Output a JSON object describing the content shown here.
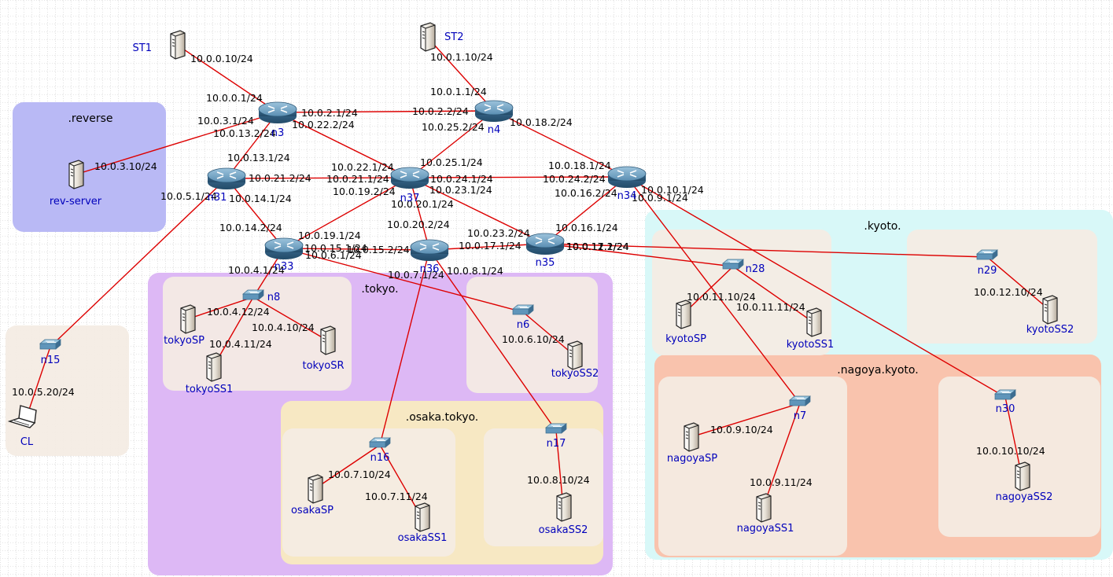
{
  "zones": [
    {
      "id": "reverse",
      "label": ".reverse"
    },
    {
      "id": "tokyo",
      "label": ".tokyo."
    },
    {
      "id": "osaka",
      "label": ".osaka.tokyo."
    },
    {
      "id": "kyoto",
      "label": ".kyoto."
    },
    {
      "id": "nagoya",
      "label": ".nagoya.kyoto."
    }
  ],
  "nodes": [
    {
      "id": "ST1",
      "label": "ST1",
      "icon": "server-icon"
    },
    {
      "id": "ST2",
      "label": "ST2",
      "icon": "server-icon"
    },
    {
      "id": "n3",
      "label": "n3",
      "icon": "router-icon"
    },
    {
      "id": "n4",
      "label": "n4",
      "icon": "router-icon"
    },
    {
      "id": "n31",
      "label": "n31",
      "icon": "router-icon"
    },
    {
      "id": "n37",
      "label": "n37",
      "icon": "router-icon"
    },
    {
      "id": "n34",
      "label": "n34",
      "icon": "router-icon"
    },
    {
      "id": "n33",
      "label": "n33",
      "icon": "router-icon"
    },
    {
      "id": "n36",
      "label": "n36",
      "icon": "router-icon"
    },
    {
      "id": "n35",
      "label": "n35",
      "icon": "router-icon"
    },
    {
      "id": "rev",
      "label": "rev-server",
      "icon": "server-icon"
    },
    {
      "id": "n8",
      "label": "n8",
      "icon": "switch-icon"
    },
    {
      "id": "n6",
      "label": "n6",
      "icon": "switch-icon"
    },
    {
      "id": "n15",
      "label": "n15",
      "icon": "switch-icon"
    },
    {
      "id": "n16",
      "label": "n16",
      "icon": "switch-icon"
    },
    {
      "id": "n17",
      "label": "n17",
      "icon": "switch-icon"
    },
    {
      "id": "n28",
      "label": "n28",
      "icon": "switch-icon"
    },
    {
      "id": "n29",
      "label": "n29",
      "icon": "switch-icon"
    },
    {
      "id": "n7",
      "label": "n7",
      "icon": "switch-icon"
    },
    {
      "id": "n30",
      "label": "n30",
      "icon": "switch-icon"
    },
    {
      "id": "tokyoSP",
      "label": "tokyoSP",
      "icon": "server-icon"
    },
    {
      "id": "tokyoSR",
      "label": "tokyoSR",
      "icon": "server-icon"
    },
    {
      "id": "tokyoSS1",
      "label": "tokyoSS1",
      "icon": "server-icon"
    },
    {
      "id": "tokyoSS2",
      "label": "tokyoSS2",
      "icon": "server-icon"
    },
    {
      "id": "CL",
      "label": "CL",
      "icon": "laptop-icon"
    },
    {
      "id": "osakaSP",
      "label": "osakaSP",
      "icon": "server-icon"
    },
    {
      "id": "osakaSS1",
      "label": "osakaSS1",
      "icon": "server-icon"
    },
    {
      "id": "osakaSS2",
      "label": "osakaSS2",
      "icon": "server-icon"
    },
    {
      "id": "kyotoSP",
      "label": "kyotoSP",
      "icon": "server-icon"
    },
    {
      "id": "kyotoSS1",
      "label": "kyotoSS1",
      "icon": "server-icon"
    },
    {
      "id": "kyotoSS2",
      "label": "kyotoSS2",
      "icon": "server-icon"
    },
    {
      "id": "nagoyaSP",
      "label": "nagoyaSP",
      "icon": "server-icon"
    },
    {
      "id": "nagoyaSS1",
      "label": "nagoyaSS1",
      "icon": "server-icon"
    },
    {
      "id": "nagoyaSS2",
      "label": "nagoyaSS2",
      "icon": "server-icon"
    }
  ],
  "links": [
    {
      "from": "ST1",
      "to": "n3"
    },
    {
      "from": "ST2",
      "to": "n4"
    },
    {
      "from": "n3",
      "to": "n4"
    },
    {
      "from": "rev",
      "to": "n3"
    },
    {
      "from": "n3",
      "to": "n31"
    },
    {
      "from": "n3",
      "to": "n37"
    },
    {
      "from": "n4",
      "to": "n37"
    },
    {
      "from": "n4",
      "to": "n34"
    },
    {
      "from": "n31",
      "to": "n37"
    },
    {
      "from": "n37",
      "to": "n34"
    },
    {
      "from": "n31",
      "to": "n33"
    },
    {
      "from": "n31",
      "to": "n15"
    },
    {
      "from": "n37",
      "to": "n33"
    },
    {
      "from": "n37",
      "to": "n36"
    },
    {
      "from": "n37",
      "to": "n35"
    },
    {
      "from": "n33",
      "to": "n36"
    },
    {
      "from": "n36",
      "to": "n35"
    },
    {
      "from": "n34",
      "to": "n35"
    },
    {
      "from": "n33",
      "to": "n8"
    },
    {
      "from": "n33",
      "to": "n6"
    },
    {
      "from": "n36",
      "to": "n16"
    },
    {
      "from": "n36",
      "to": "n17"
    },
    {
      "from": "n35",
      "to": "n28"
    },
    {
      "from": "n35",
      "to": "n29"
    },
    {
      "from": "n34",
      "to": "n7"
    },
    {
      "from": "n34",
      "to": "n30"
    },
    {
      "from": "n8",
      "to": "tokyoSP"
    },
    {
      "from": "n8",
      "to": "tokyoSR"
    },
    {
      "from": "n8",
      "to": "tokyoSS1"
    },
    {
      "from": "n6",
      "to": "tokyoSS2"
    },
    {
      "from": "n15",
      "to": "CL"
    },
    {
      "from": "n16",
      "to": "osakaSP"
    },
    {
      "from": "n16",
      "to": "osakaSS1"
    },
    {
      "from": "n17",
      "to": "osakaSS2"
    },
    {
      "from": "n28",
      "to": "kyotoSP"
    },
    {
      "from": "n28",
      "to": "kyotoSS1"
    },
    {
      "from": "n29",
      "to": "kyotoSS2"
    },
    {
      "from": "n7",
      "to": "nagoyaSP"
    },
    {
      "from": "n7",
      "to": "nagoyaSS1"
    },
    {
      "from": "n30",
      "to": "nagoyaSS2"
    }
  ],
  "link_labels": [
    "10.0.0.10/24",
    "10.0.0.1/24",
    "10.0.1.10/24",
    "10.0.1.1/24",
    "10.0.2.1/24",
    "10.0.2.2/24",
    "10.0.3.1/24",
    "10.0.3.10/24",
    "10.0.13.2/24",
    "10.0.22.2/24",
    "10.0.25.2/24",
    "10.0.18.2/24",
    "10.0.13.1/24",
    "10.0.22.1/24",
    "10.0.25.1/24",
    "10.0.18.1/24",
    "10.0.21.2/24",
    "10.0.21.1/24",
    "10.0.24.1/24",
    "10.0.24.2/24",
    "10.0.10.1/24",
    "10.0.5.1/24",
    "10.0.14.1/24",
    "10.0.19.2/24",
    "10.0.23.1/24",
    "10.0.16.2/24",
    "10.0.9.1/24",
    "10.0.20.1/24",
    "10.0.14.2/24",
    "10.0.19.1/24",
    "10.0.20.2/24",
    "10.0.23.2/24",
    "10.0.16.1/24",
    "10.0.15.1/24",
    "10.0.15.2/24",
    "10.0.17.1/24",
    "10.0.17.2/24",
    "10.0.11.1/24",
    "10.0.12.1/24",
    "10.0.6.1/24",
    "10.0.4.1/24",
    "10.0.7.1/24",
    "10.0.8.1/24",
    "10.0.4.12/24",
    "10.0.4.10/24",
    "10.0.4.11/24",
    "10.0.6.10/24",
    "10.0.5.20/24",
    "10.0.7.10/24",
    "10.0.7.11/24",
    "10.0.8.10/24",
    "10.0.11.10/24",
    "10.0.11.11/24",
    "10.0.12.10/24",
    "10.0.9.10/24",
    "10.0.9.11/24",
    "10.0.10.10/24"
  ],
  "colors": {
    "link": "#dd0000",
    "reverse_zone": "#b9b9f5",
    "tokyo_zone": "#ddb8f5",
    "osaka_zone": "#f7e8c3",
    "kyoto_zone": "#d8f8f8",
    "nagoya_zone": "#f9c3ad",
    "subnet": "#f4ece3",
    "label": "#0000bb",
    "grid": "#999999"
  }
}
